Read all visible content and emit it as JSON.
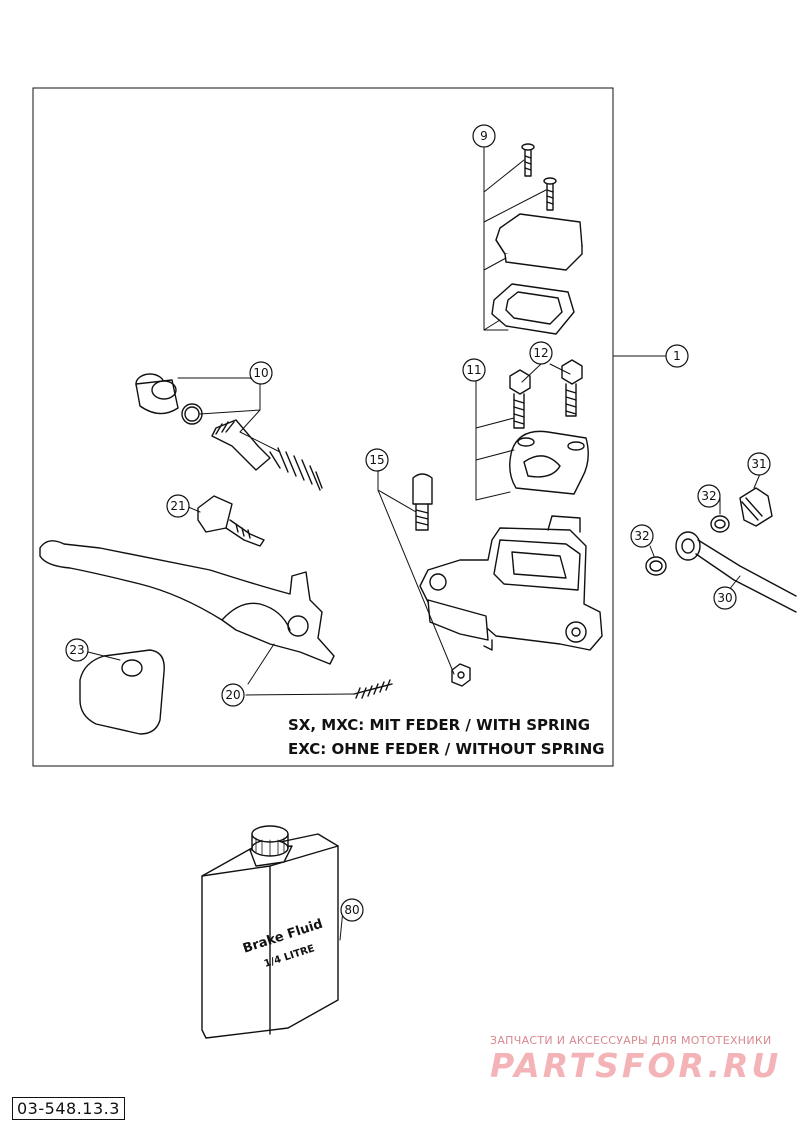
{
  "callouts": {
    "c1": "1",
    "c9": "9",
    "c10": "10",
    "c11": "11",
    "c12": "12",
    "c15": "15",
    "c20": "20",
    "c21": "21",
    "c23": "23",
    "c30": "30",
    "c31": "31",
    "c32a": "32",
    "c32b": "32",
    "c80": "80"
  },
  "notes": {
    "line1": "SX, MXC: MIT FEDER / WITH SPRING",
    "line2": "EXC: OHNE FEDER / WITHOUT SPRING"
  },
  "can": {
    "line1": "Brake Fluid",
    "line2": "1/4 LITRE"
  },
  "document_id": "03-548.13.3",
  "watermark": {
    "subtitle": "ЗАПЧАСТИ И АКСЕССУАРЫ ДЛЯ МОТОТЕХНИКИ",
    "brand": "PARTSFOR.RU"
  },
  "colors": {
    "line": "#111111",
    "watermark": "#f3b3b7"
  }
}
